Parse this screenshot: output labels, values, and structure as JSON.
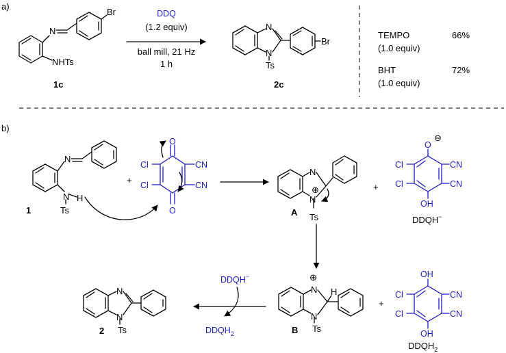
{
  "part_a": {
    "label": "a)",
    "reactant_label": "1c",
    "reactant_imine_n": "N",
    "reactant_br": "Br",
    "reactant_nhts": "NHTs",
    "reagent": "DDQ",
    "reagent_equiv": "(1.2 equiv)",
    "condition_1": "ball mill, 21 Hz",
    "condition_2": "1 h",
    "product_label": "2c",
    "product_n_top": "N",
    "product_n_bottom": "N",
    "product_ts": "Ts",
    "product_br": "Br",
    "additives": [
      {
        "name": "TEMPO",
        "equiv": "(1.0 equiv)",
        "yield": "66%"
      },
      {
        "name": "BHT",
        "equiv": "(1.0 equiv)",
        "yield": "72%"
      }
    ]
  },
  "part_b": {
    "label": "b)",
    "sm_label": "1",
    "sm_n_imine": "N",
    "sm_n_amine": "N",
    "sm_h": "H",
    "sm_ts": "Ts",
    "plus": "+",
    "ddq": {
      "cl": "Cl",
      "o": "O",
      "cn": "CN"
    },
    "int_a": {
      "label": "A",
      "n": "N",
      "ts": "Ts",
      "charge": "⊕"
    },
    "ddqh_anion": {
      "cl": "Cl",
      "o": "O",
      "charge": "⊖",
      "oh": "OH",
      "cn": "CN",
      "label": "DDQH",
      "label_sup": "−"
    },
    "int_b": {
      "label": "B",
      "n": "N",
      "h": "H",
      "ts": "Ts",
      "charge": "⊕"
    },
    "ddqh2": {
      "cl": "Cl",
      "oh": "OH",
      "cn": "CN",
      "label": "DDQH",
      "label_sub": "2"
    },
    "final_arrow_top": "DDQH",
    "final_arrow_top_sup": "−",
    "final_arrow_bottom": "DDQH",
    "final_arrow_bottom_sub": "2",
    "product": {
      "label": "2",
      "n": "N",
      "ts": "Ts"
    }
  },
  "colors": {
    "reagent_blue": "#1c1cc8",
    "ink": "#000000"
  }
}
